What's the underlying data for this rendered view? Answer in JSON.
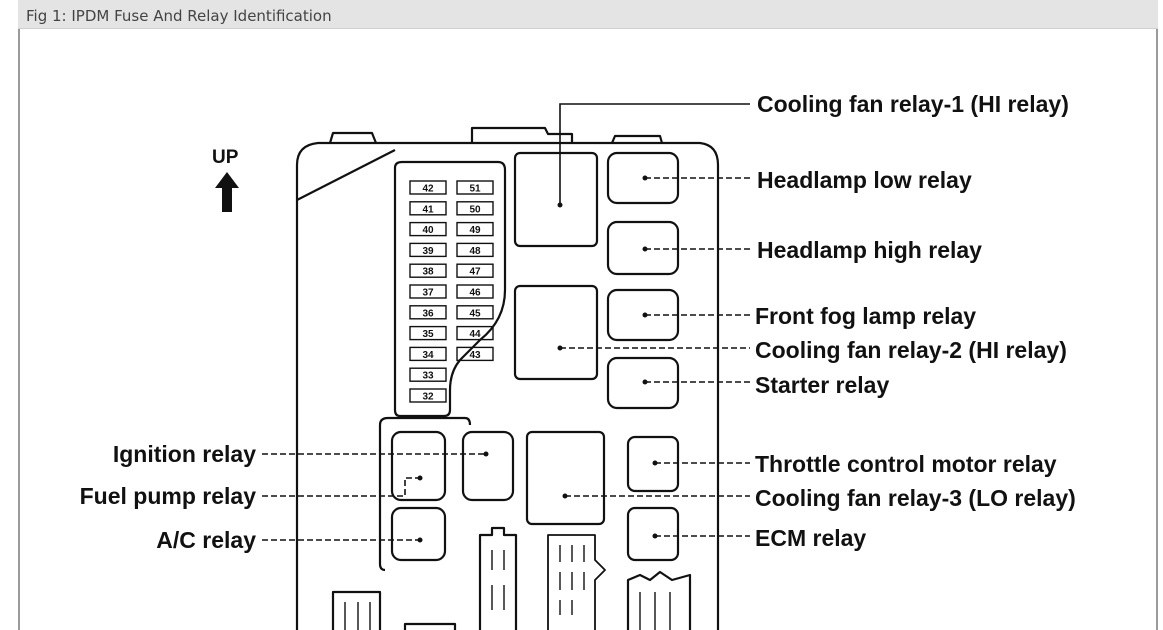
{
  "figure": {
    "caption": "Fig 1: IPDM Fuse And Relay Identification"
  },
  "orientation": {
    "label": "UP",
    "icon": "arrow-up-icon"
  },
  "fuses": {
    "left_column": [
      "42",
      "41",
      "40",
      "39",
      "38",
      "37",
      "36",
      "35",
      "34",
      "33",
      "32"
    ],
    "right_column": [
      "51",
      "50",
      "49",
      "48",
      "47",
      "46",
      "45",
      "44",
      "43"
    ]
  },
  "relays": {
    "cooling_fan_1": "Cooling fan relay-1 (HI relay)",
    "headlamp_low": "Headlamp low relay",
    "headlamp_high": "Headlamp high relay",
    "front_fog": "Front fog lamp relay",
    "cooling_fan_2": "Cooling fan relay-2 (HI relay)",
    "starter": "Starter relay",
    "throttle": "Throttle control motor relay",
    "cooling_fan_3": "Cooling fan relay-3 (LO relay)",
    "ecm": "ECM relay",
    "ignition": "Ignition relay",
    "fuel_pump": "Fuel pump relay",
    "ac": "A/C relay"
  }
}
